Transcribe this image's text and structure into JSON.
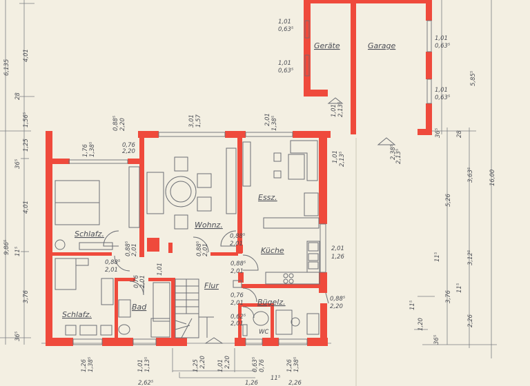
{
  "colors": {
    "paper": "#f3efe2",
    "wall": "#ef4a3c",
    "line": "#6b6e74",
    "text": "#4a4d55"
  },
  "rooms": {
    "geraete": "Geräte",
    "garage": "Garage",
    "schlafz_top": "Schlafz.",
    "wohnz": "Wohnz.",
    "essz": "Essz.",
    "kueche": "Küche",
    "schlafz_bottom": "Schlafz.",
    "bad": "Bad",
    "flur": "Flur",
    "buegelz": "Bügelz.",
    "wc": "WC"
  },
  "left_dims": {
    "outer_top": "6,135",
    "inner_top_a": "4,01",
    "inner_top_b": "28",
    "inner_top_c": "1,56⁵",
    "outer_main": "9,86⁵",
    "a": "1,25",
    "b": "36⁵",
    "c": "4,01",
    "d": "11⁵",
    "e": "3,76",
    "f": "36⁵"
  },
  "right_dims": {
    "garage_len": "5,85⁵",
    "garage_wall": "36⁵",
    "garage_28": "28",
    "main_526": "5,26",
    "main_115a": "11⁵",
    "main_376": "3,76",
    "inner_3635": "3,63⁵",
    "inner_3125": "3,12⁵",
    "inner_115": "11⁵",
    "inner_226": "2,26",
    "small_120": "1,20",
    "small_115": "11⁵",
    "small_365": "36⁵",
    "total": "16,00"
  },
  "openings": {
    "geraete_win1": [
      "1,01",
      "0,63⁵"
    ],
    "geraete_win2": [
      "1,01",
      "0,63⁵"
    ],
    "garage_win1": [
      "1,01",
      "0,63⁵"
    ],
    "garage_win2": [
      "1,01",
      "0,63⁵"
    ],
    "geraete_door": [
      "1,01",
      "2,13⁵"
    ],
    "garage_door": [
      "2,38⁵",
      "2,13⁵"
    ],
    "schlafz_win": [
      "1,76",
      "1,38⁵"
    ],
    "schlafz_balcony": [
      "0,88⁵",
      "2,20"
    ],
    "schlafz_small": [
      "0,76",
      "2,20"
    ],
    "wohnz_win": [
      "3,01",
      "1,57"
    ],
    "essz_win": [
      "2,01",
      "1,38⁵"
    ],
    "essz_door": [
      "1,01",
      "2,13⁵"
    ],
    "wohnz_door": [
      "0,88⁵",
      "2,01"
    ],
    "schlafz_door": [
      "0,88⁵",
      "2,01"
    ],
    "flur_left_door": [
      "0,88⁵",
      "2,01"
    ],
    "wohnz_flur_door": [
      "0,88⁵",
      "2,01"
    ],
    "kueche_door": [
      "0,88⁵",
      "2,01"
    ],
    "kueche_win": [
      "2,01",
      "1,26"
    ],
    "bad_door": [
      "0,76",
      "2,01"
    ],
    "bad_101": "1,01",
    "flur_buegel_door": [
      "0,76",
      "2,01"
    ],
    "wc_door": [
      "0,62⁵",
      "2,01"
    ],
    "buegel_door": [
      "0,88⁵",
      "2,20"
    ],
    "schlafz_b_win": [
      "1,26",
      "1,38⁵"
    ],
    "bad_win": [
      "1,01",
      "1,13⁵"
    ],
    "entry_side": [
      "1,25",
      "2,20"
    ],
    "entry_door": [
      "1,01",
      "2,20"
    ],
    "wc_win": [
      "0,63⁵",
      "0,76"
    ],
    "buegel_win": [
      "1,26",
      "1,38⁵"
    ]
  },
  "bottom_dims": {
    "a": "2,62⁵",
    "b": "1,26",
    "c": "11⁵",
    "d": "2,26"
  }
}
